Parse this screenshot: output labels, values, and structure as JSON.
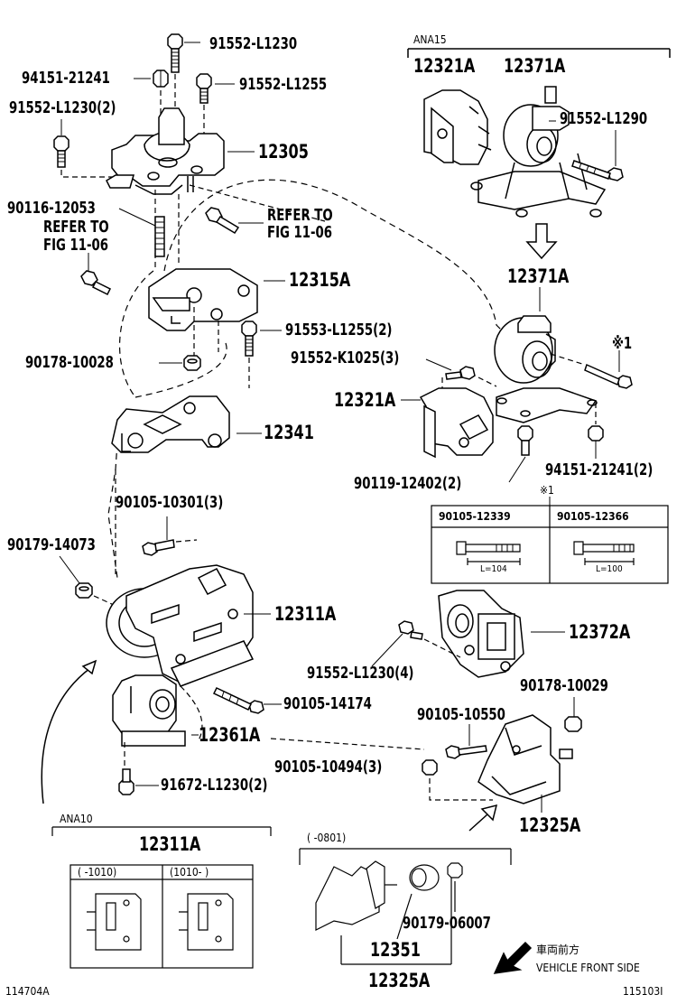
{
  "diagram": {
    "callouts": [
      {
        "id": "c1",
        "text": "91552-L1230"
      },
      {
        "id": "c2",
        "text": "94151-21241"
      },
      {
        "id": "c3",
        "text": "91552-L1255"
      },
      {
        "id": "c4",
        "text": "91552-L1230(2)"
      },
      {
        "id": "c5",
        "text": "12305"
      },
      {
        "id": "c6",
        "text": "90116-12053"
      },
      {
        "id": "c7",
        "text": "REFER TO"
      },
      {
        "id": "c8",
        "text": "FIG 11-06"
      },
      {
        "id": "c9",
        "text": "REFER TO"
      },
      {
        "id": "c10",
        "text": "FIG 11-06"
      },
      {
        "id": "c11",
        "text": "12315A"
      },
      {
        "id": "c12",
        "text": "91553-L1255(2)"
      },
      {
        "id": "c13",
        "text": "90178-10028"
      },
      {
        "id": "c14",
        "text": "91552-K1025(3)"
      },
      {
        "id": "c15",
        "text": "12321A"
      },
      {
        "id": "c16",
        "text": "12341"
      },
      {
        "id": "c17",
        "text": "90119-12402(2)"
      },
      {
        "id": "c18",
        "text": "94151-21241(2)"
      },
      {
        "id": "c19",
        "text": "90105-10301(3)"
      },
      {
        "id": "c20",
        "text": "90179-14073"
      },
      {
        "id": "c21",
        "text": "12311A"
      },
      {
        "id": "c22",
        "text": "91552-L1230(4)"
      },
      {
        "id": "c23",
        "text": "12372A"
      },
      {
        "id": "c24",
        "text": "90105-14174"
      },
      {
        "id": "c25",
        "text": "90178-10029"
      },
      {
        "id": "c26",
        "text": "12361A"
      },
      {
        "id": "c27",
        "text": "90105-10550"
      },
      {
        "id": "c28",
        "text": "90105-10494(3)"
      },
      {
        "id": "c29",
        "text": "91672-L1230(2)"
      },
      {
        "id": "c30",
        "text": "12325A"
      },
      {
        "id": "c31",
        "text": "12321A"
      },
      {
        "id": "c32",
        "text": "12371A"
      },
      {
        "id": "c33",
        "text": "91552-L1290"
      },
      {
        "id": "c34",
        "text": "12371A"
      },
      {
        "id": "c35",
        "text": "※1"
      },
      {
        "id": "c36",
        "text": "12311A"
      },
      {
        "id": "c37",
        "text": "90179-06007"
      },
      {
        "id": "c38",
        "text": "12351"
      },
      {
        "id": "c39",
        "text": "12325A"
      }
    ],
    "variant_labels": {
      "ana15": "ANA15",
      "ana10": "ANA10",
      "date_range_0801": "(      -0801)",
      "date_range_before": "(      -1010)",
      "date_range_after": "(1010-      )"
    },
    "note_marker": "※1",
    "bolt_table": {
      "headers": [
        "90105-12339",
        "90105-12366"
      ],
      "lengths": [
        "L=104",
        "L=100"
      ]
    },
    "direction": {
      "jp": "車両前方",
      "en": "VEHICLE FRONT SIDE"
    },
    "figure_ids": {
      "left": "114704A",
      "right": "115103I"
    }
  }
}
